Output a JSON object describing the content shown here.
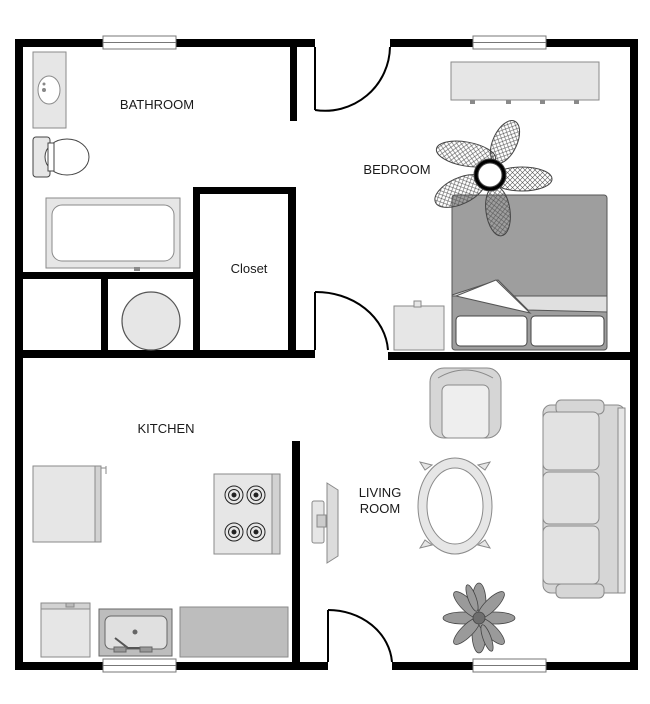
{
  "rooms": {
    "bathroom": "BATHROOM",
    "bedroom": "BEDROOM",
    "closet": "Closet",
    "kitchen": "KITCHEN",
    "living_line1": "LIVING",
    "living_line2": "ROOM"
  },
  "colors": {
    "wall": "#000000",
    "fixture_fill": "#e6e6e6",
    "fixture_stroke": "#8a8a8a",
    "bed_fill": "#9e9e9e",
    "counter_fill": "#bdbdbd"
  },
  "icons": [
    "sink-icon",
    "toilet-icon",
    "bathtub-icon",
    "water-heater-icon",
    "ceiling-fan-icon",
    "bed-icon",
    "nightstand-icon",
    "dresser-icon",
    "armchair-icon",
    "sofa-icon",
    "coffee-table-icon",
    "tv-icon",
    "plant-icon",
    "refrigerator-icon",
    "stove-icon",
    "kitchen-sink-icon",
    "dishwasher-icon",
    "counter-icon",
    "window-icon",
    "door-icon"
  ]
}
